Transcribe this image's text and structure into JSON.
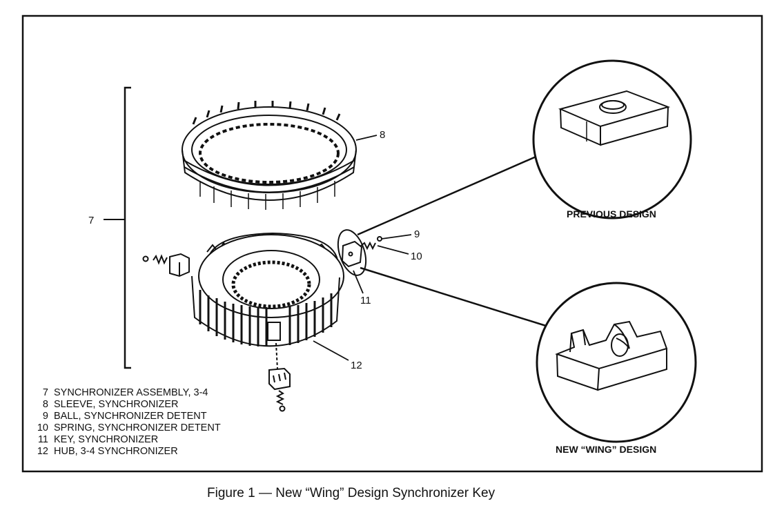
{
  "callouts": {
    "assembly": "7",
    "sleeve": "8",
    "ball": "9",
    "spring": "10",
    "key": "11",
    "hub": "12"
  },
  "insets": {
    "previous_label": "PREVIOUS DESIGN",
    "new_label": "NEW “WING” DESIGN"
  },
  "legend": [
    {
      "number": "7",
      "text": "SYNCHRONIZER ASSEMBLY, 3-4"
    },
    {
      "number": "8",
      "text": "SLEEVE, SYNCHRONIZER"
    },
    {
      "number": "9",
      "text": "BALL, SYNCHRONIZER DETENT"
    },
    {
      "number": "10",
      "text": "SPRING, SYNCHRONIZER DETENT"
    },
    {
      "number": "11",
      "text": "KEY, SYNCHRONIZER"
    },
    {
      "number": "12",
      "text": "HUB, 3-4 SYNCHRONIZER"
    }
  ],
  "caption": "Figure 1 — New “Wing” Design Synchronizer Key"
}
